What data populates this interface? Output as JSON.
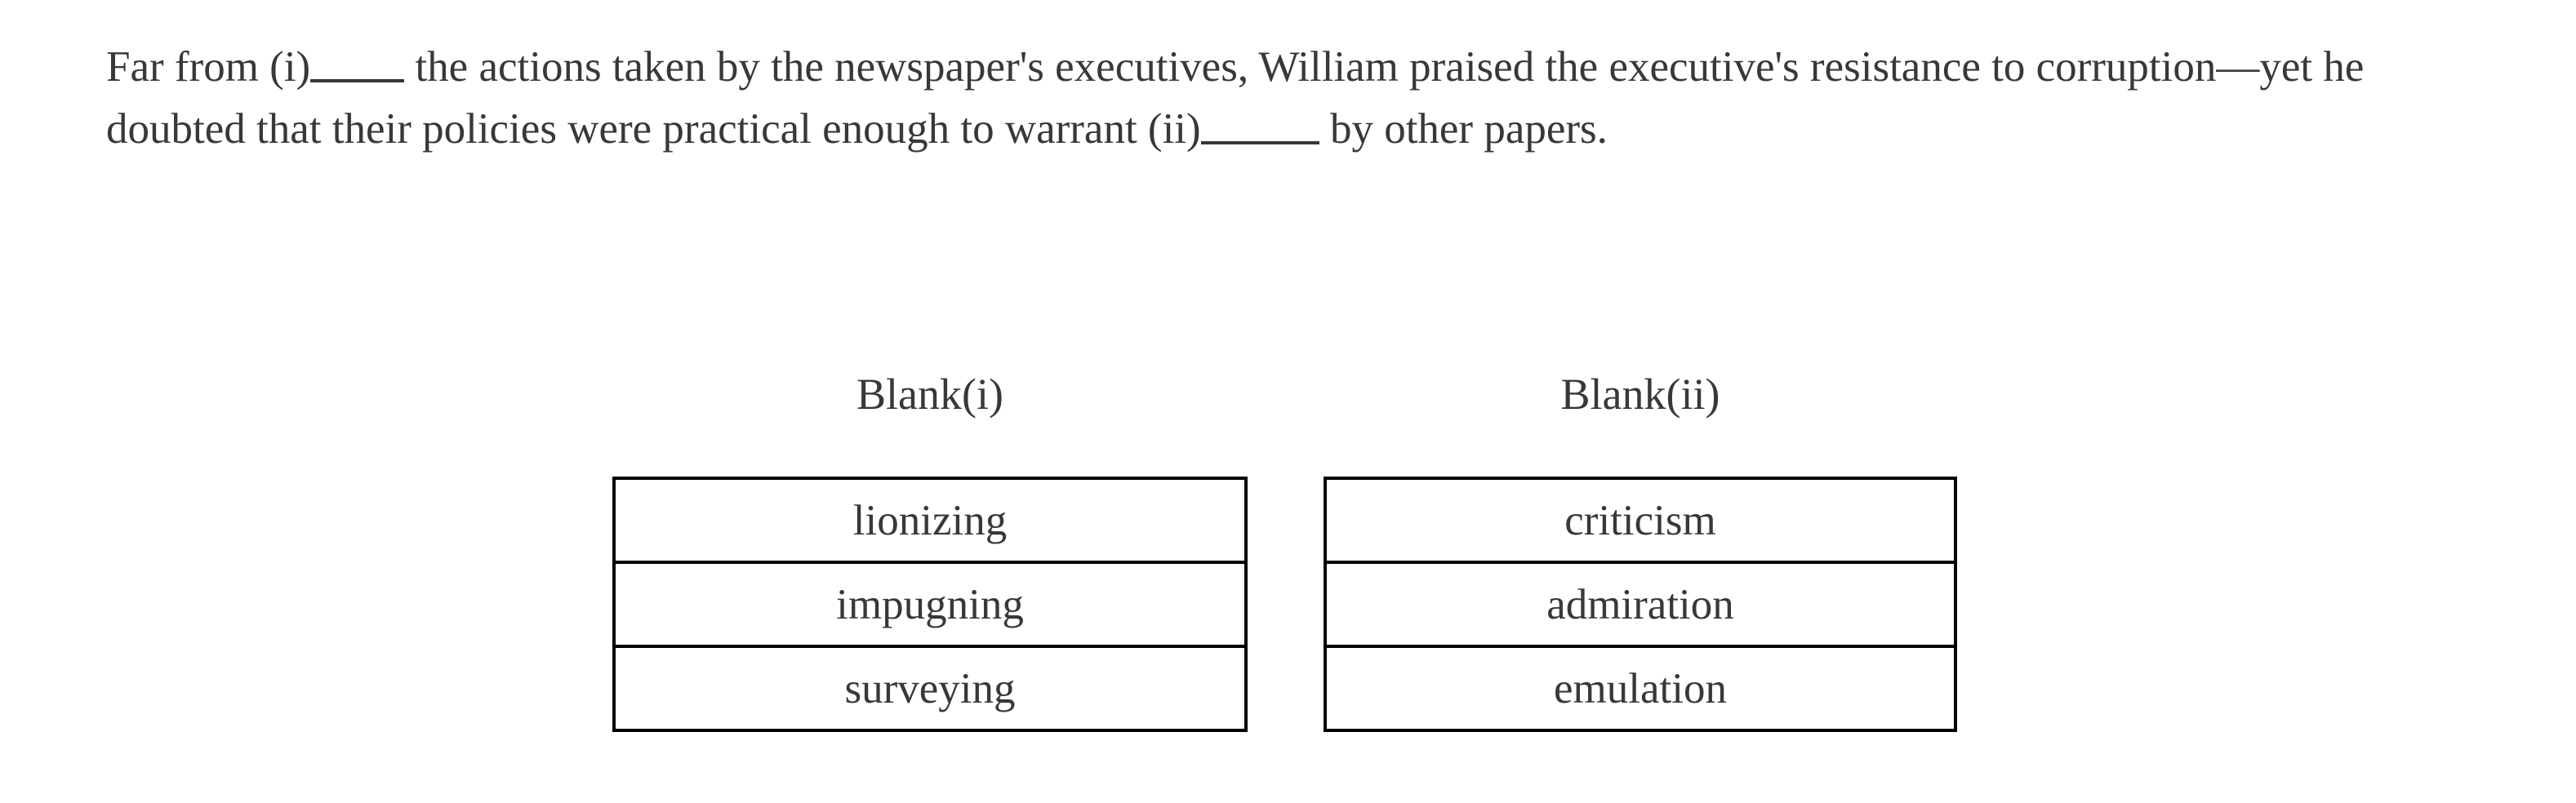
{
  "passage": {
    "part1": "Far from (i)",
    "part2": " the actions taken by the newspaper's executives, William praised the executive's resistance to corruption—yet he doubted that their policies were practical enough to warrant (ii)",
    "part3": " by other papers."
  },
  "blank_i": {
    "header": "Blank(i)",
    "options": [
      "lionizing",
      "impugning",
      "surveying"
    ]
  },
  "blank_ii": {
    "header": "Blank(ii)",
    "options": [
      "criticism",
      "admiration",
      "emulation"
    ]
  },
  "colors": {
    "text": "#383838",
    "table_border": "#000000",
    "background": "#ffffff"
  }
}
